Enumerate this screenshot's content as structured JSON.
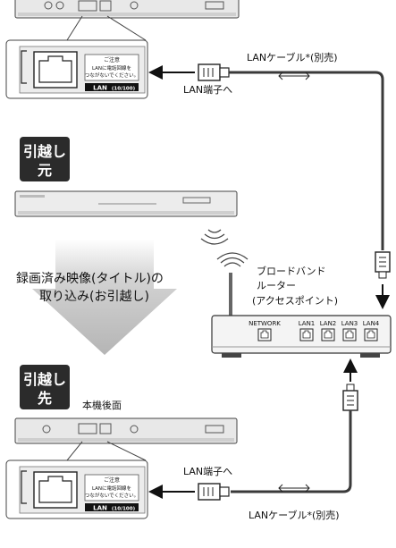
{
  "cable_top": {
    "label": "LANケーブル*(別売)",
    "port": "LAN端子へ"
  },
  "cable_bottom": {
    "label": "LANケーブル*(別売)",
    "port": "LAN端子へ"
  },
  "source": {
    "line1": "引越し",
    "line2": "元"
  },
  "destination": {
    "line1": "引越し",
    "line2": "先"
  },
  "rear_label": "本機後面",
  "process": {
    "line1": "録画済み映像(タイトル)の",
    "line2": "取り込み(お引越し)"
  },
  "router": {
    "line1": "ブロードバンド",
    "line2": "ルーター",
    "line3": "(アクセスポイント)",
    "ports": [
      "NETWORK",
      "LAN1",
      "LAN2",
      "LAN3",
      "LAN4"
    ]
  },
  "panel": {
    "notice": "ご注意",
    "text1": "LANに電話回線を",
    "text2": "つながないでください。",
    "lan": "LAN",
    "speed": "(10/100)"
  },
  "colors": {
    "badge": "#2b2b2b",
    "panel": "#e8e8e8",
    "arrow": "#c4c4c4",
    "cable": "#3a3a3a"
  }
}
